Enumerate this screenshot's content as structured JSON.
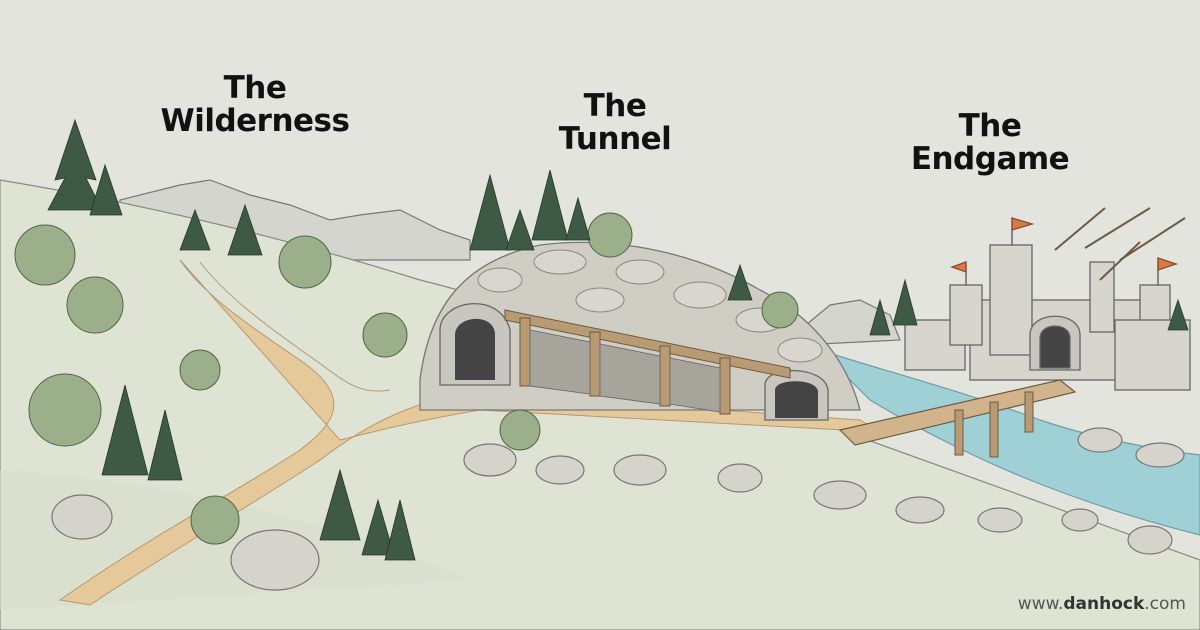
{
  "labels": {
    "wilderness": [
      "The",
      "Wilderness"
    ],
    "tunnel": [
      "The",
      "Tunnel"
    ],
    "endgame": [
      "The",
      "Endgame"
    ]
  },
  "watermark": {
    "prefix": "www.",
    "brand": "danhock",
    "suffix": ".com"
  },
  "colors": {
    "background": "#e4e4df",
    "path": "#e6c99a",
    "water": "#9fd0d6",
    "stone": "#d6d3cc",
    "foliage": "#9bb08a",
    "pine": "#3e5a45",
    "wood": "#b89a73",
    "flag": "#d9794a"
  }
}
